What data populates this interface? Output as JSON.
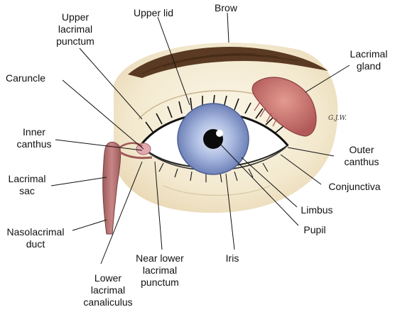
{
  "labels": {
    "upper_lacrimal_punctum": "Upper\nlacrimal\npunctum",
    "upper_lid": "Upper lid",
    "brow": "Brow",
    "lacrimal_gland": "Lacrimal\ngland",
    "caruncle": "Caruncle",
    "inner_canthus": "Inner\ncanthus",
    "lacrimal_sac": "Lacrimal\nsac",
    "nasolacrimal_duct": "Nasolacrimal\nduct",
    "lower_lacrimal_canaliculus": "Lower\nlacrimal\ncanaliculus",
    "near_lower_lacrimal_punctum": "Near lower\nlacrimal\npunctum",
    "iris": "Iris",
    "pupil": "Pupil",
    "limbus": "Limbus",
    "conjunctiva": "Conjunctiva",
    "outer_canthus": "Outer\ncanthus"
  },
  "signature": "G.J.W.",
  "colors": {
    "skin": "#f6efd9",
    "brow": "#5a3a22",
    "iris": "#9fb0d6",
    "gland": "#c96a6a",
    "sac": "#b07070"
  }
}
